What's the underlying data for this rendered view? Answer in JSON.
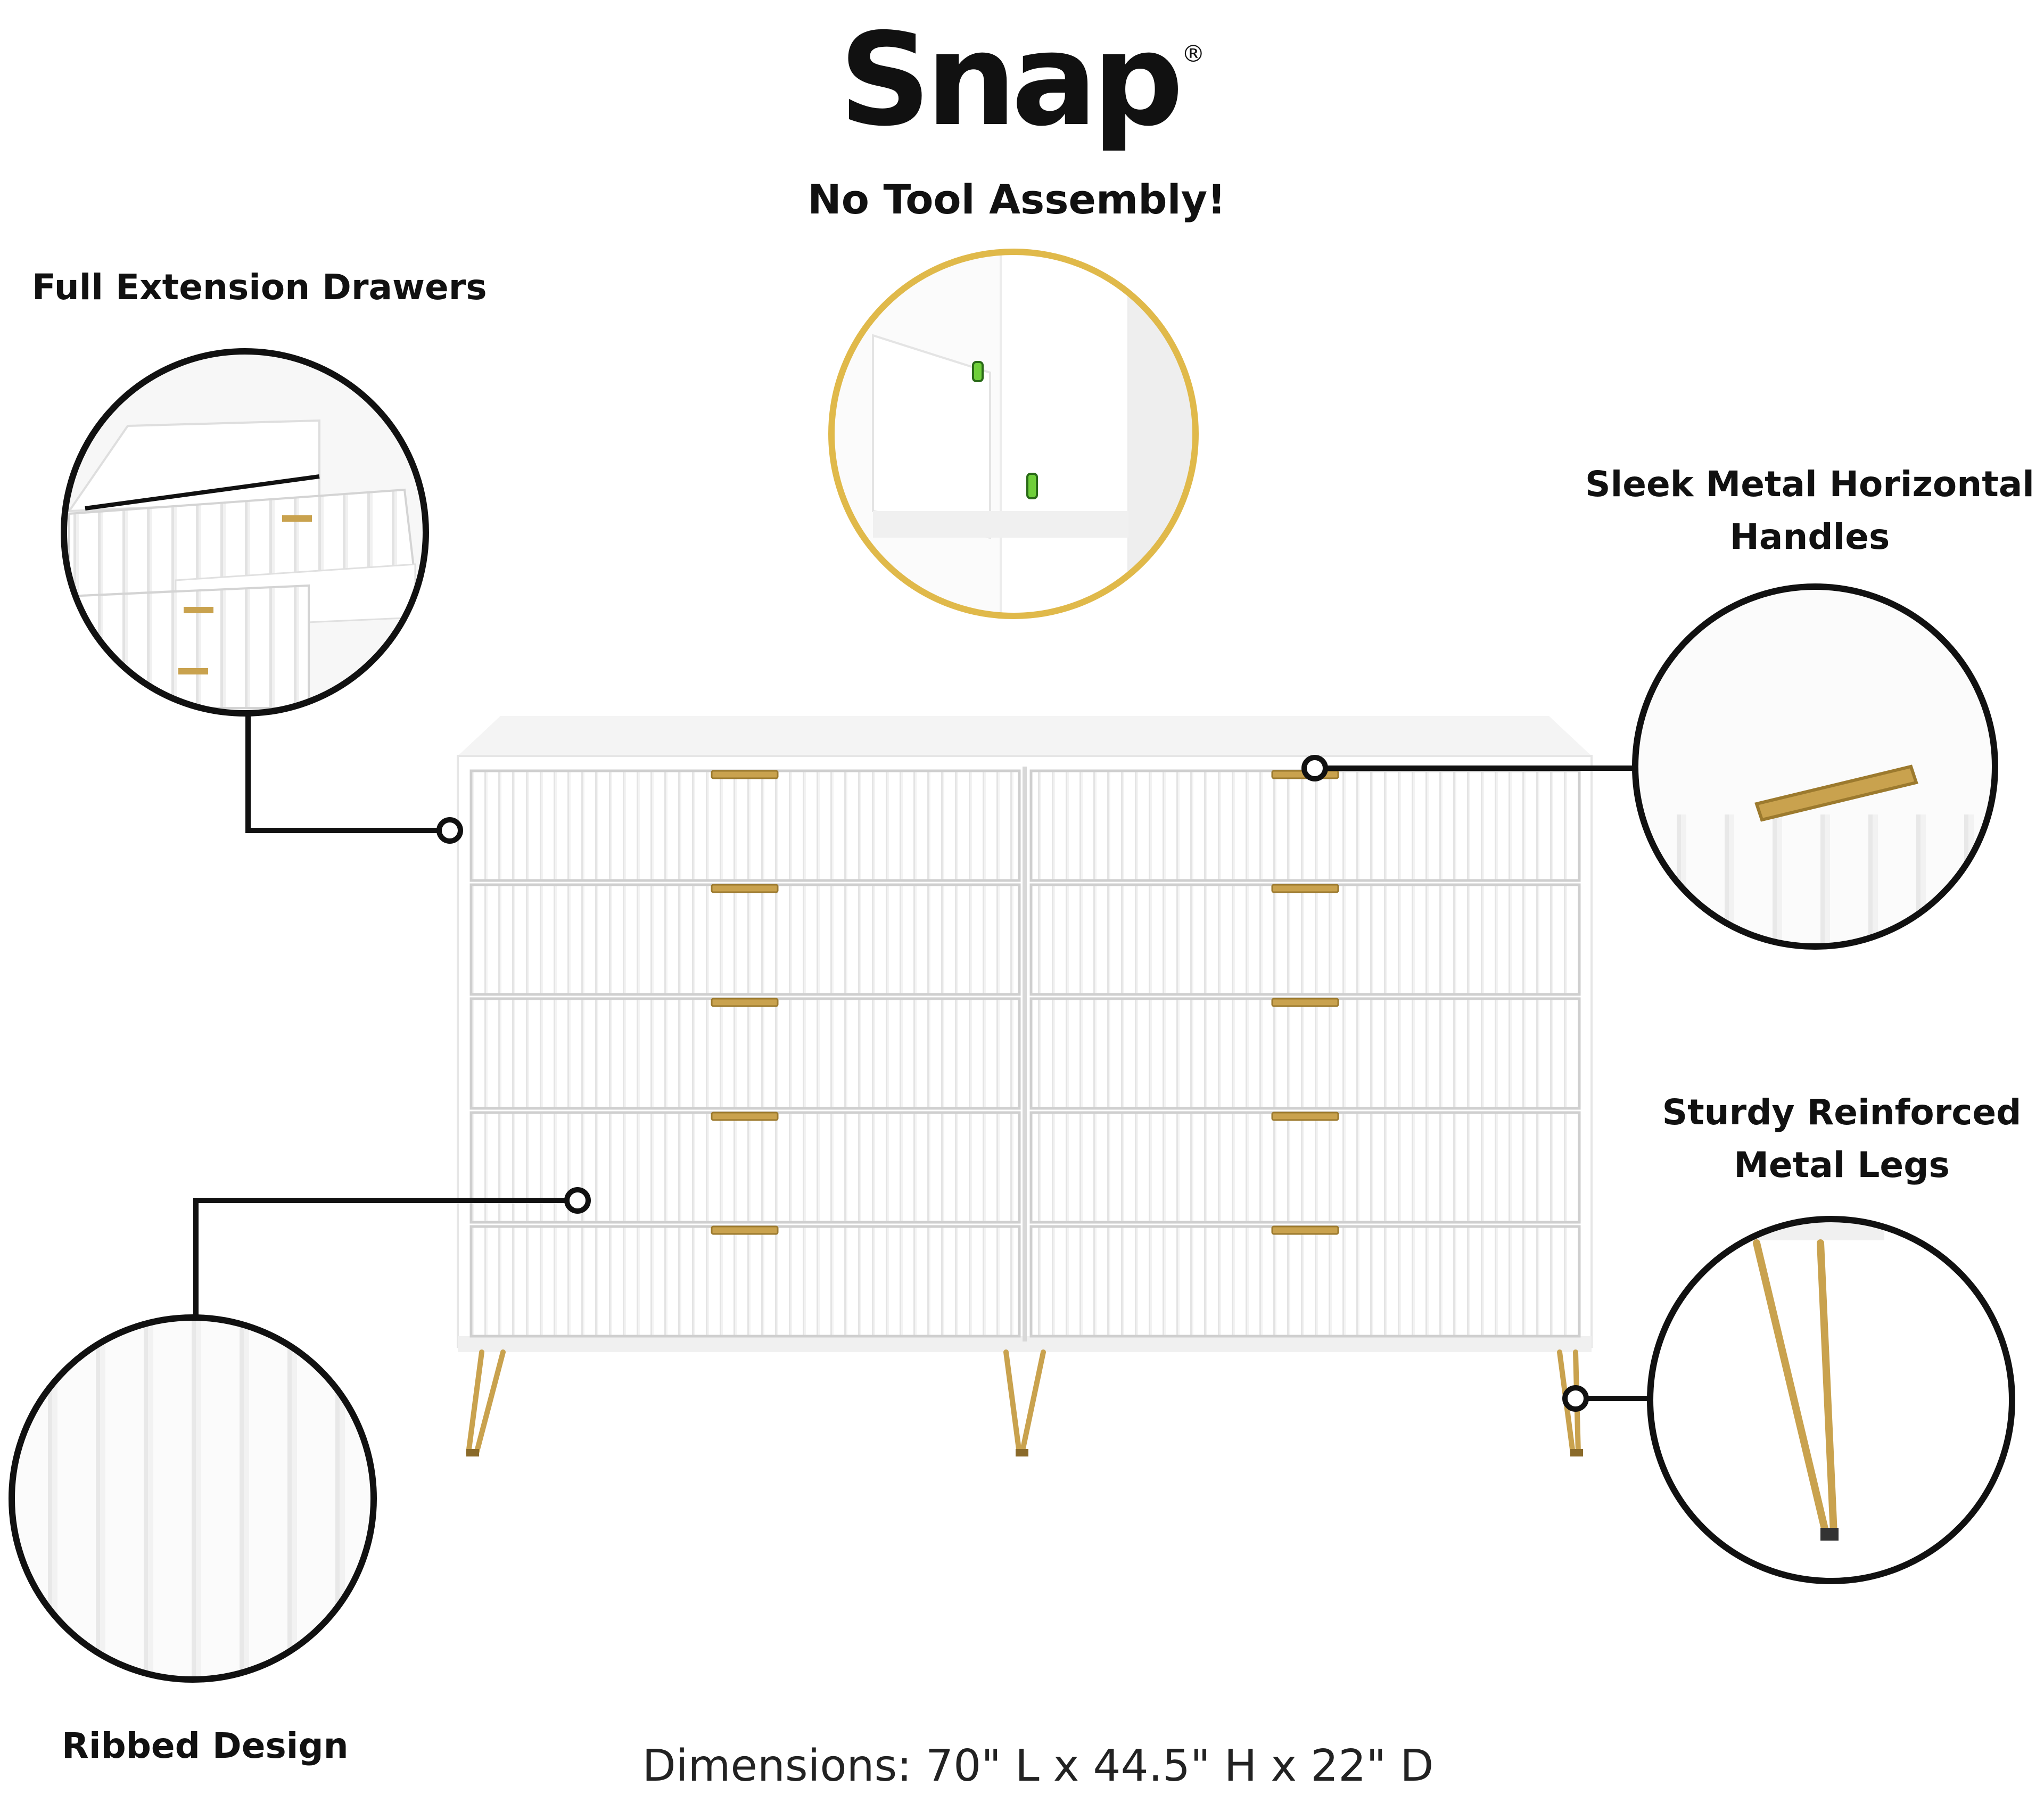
{
  "logo": {
    "brand": "Snap",
    "mark": "®"
  },
  "tagline": "No Tool Assembly!",
  "features": {
    "full_extension": "Full Extension Drawers",
    "handles_line1": "Sleek Metal Horizontal",
    "handles_line2": "Handles",
    "legs_line1": "Sturdy Reinforced",
    "legs_line2": "Metal Legs",
    "ribbed": "Ribbed Design"
  },
  "dimensions": "Dimensions: 70\" L x 44.5\" H x 22\" D",
  "colors": {
    "gold": "#c9a24e",
    "line": "#111111",
    "snap_ring": "#e0b94a",
    "body": "#ffffff"
  },
  "icons": [
    "callout-dot-icon"
  ]
}
